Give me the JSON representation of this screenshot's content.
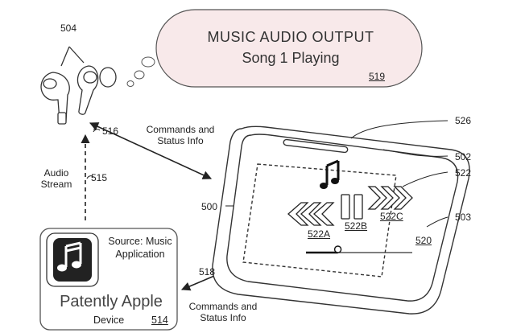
{
  "cloud": {
    "title": "MUSIC AUDIO OUTPUT",
    "subtitle": "Song 1 Playing",
    "ref": "519"
  },
  "refs": {
    "earbuds": "504",
    "link_commands": "516",
    "audio_stream": "515",
    "case": "500",
    "link_device": "518",
    "slot": "526",
    "case_body": "502",
    "controls": "522",
    "screen": "503",
    "display": "520",
    "prev_button": "522A",
    "pause_button": "522B",
    "next_button": "522C"
  },
  "labels": {
    "commands_top_line1": "Commands and",
    "commands_top_line2": "Status Info",
    "commands_bottom_line1": "Commands and",
    "commands_bottom_line2": "Status Info",
    "audio_stream_line1": "Audio",
    "audio_stream_line2": "Stream"
  },
  "device": {
    "source": "Source: Music Application",
    "brand": "Patently Apple",
    "label": "Device",
    "ref": "514"
  },
  "icons": {
    "music_app": "music-note-app-icon",
    "note": "music-note-icon",
    "rewind": "rewind-icon",
    "pause": "pause-icon",
    "fast_forward": "fast-forward-icon"
  },
  "playback": {
    "progress_fraction": 0.3
  }
}
